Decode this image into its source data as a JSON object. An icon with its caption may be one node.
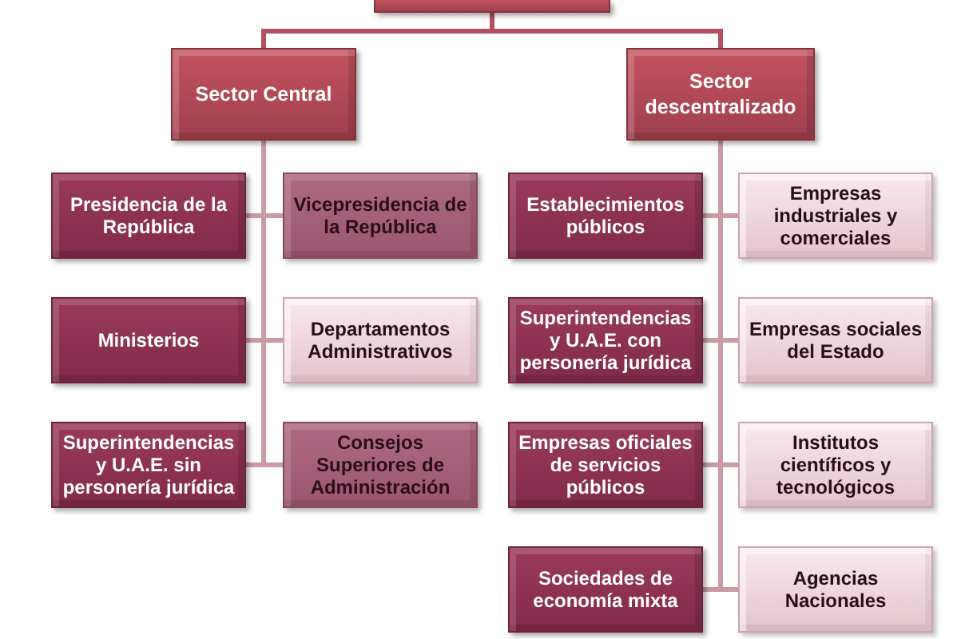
{
  "diagram": {
    "nodes": [
      {
        "text": [],
        "shape": "box"
      },
      {
        "text": [
          "Sector Central"
        ]
      },
      {
        "text": [
          "Sector descentralizado"
        ]
      },
      {
        "text": [
          "Presidencia de la República"
        ]
      },
      {
        "text": [
          "Vicepresidencia de la República"
        ]
      },
      {
        "text": [
          "Ministerios"
        ]
      },
      {
        "text": [
          "Departamentos Administrativos"
        ]
      },
      {
        "text": [
          "Superintendencias y U.A.E. sin personería jurídica"
        ]
      },
      {
        "text": [
          "Consejos Superiores de Administración"
        ]
      },
      {
        "text": [
          "Establecimientos públicos"
        ]
      },
      {
        "text": [
          "Empresas industriales y comerciales"
        ]
      },
      {
        "text": [
          "Superintendencias y U.A.E. con personería jurídica"
        ]
      },
      {
        "text": [
          "Empresas sociales del Estado"
        ]
      },
      {
        "text": [
          "Empresas oficiales de servicios públicos"
        ]
      },
      {
        "text": [
          "Institutos científicos y tecnológicos"
        ]
      },
      {
        "text": [
          "Sociedades de economía mixta"
        ]
      },
      {
        "text": [
          "Agencias Nacionales"
        ]
      }
    ],
    "edges": [
      {
        "from": 0,
        "to": 1,
        "arrow": "none",
        "color": "#b4505f"
      },
      {
        "from": 0,
        "to": 2,
        "arrow": "none",
        "color": "#b4505f"
      },
      {
        "from": 1,
        "to": 3,
        "arrow": "none"
      },
      {
        "from": 1,
        "to": 4,
        "arrow": "none"
      },
      {
        "from": 1,
        "to": 5,
        "arrow": "none"
      },
      {
        "from": 1,
        "to": 6,
        "arrow": "none"
      },
      {
        "from": 1,
        "to": 7,
        "arrow": "none"
      },
      {
        "from": 1,
        "to": 8,
        "arrow": "none"
      },
      {
        "from": 2,
        "to": 9,
        "arrow": "none"
      },
      {
        "from": 2,
        "to": 10,
        "arrow": "none"
      },
      {
        "from": 2,
        "to": 11,
        "arrow": "none"
      },
      {
        "from": 2,
        "to": 12,
        "arrow": "none"
      },
      {
        "from": 2,
        "to": 13,
        "arrow": "none"
      },
      {
        "from": 2,
        "to": 14,
        "arrow": "none"
      },
      {
        "from": 2,
        "to": 15,
        "arrow": "none"
      },
      {
        "from": 2,
        "to": 16,
        "arrow": "none"
      }
    ]
  }
}
